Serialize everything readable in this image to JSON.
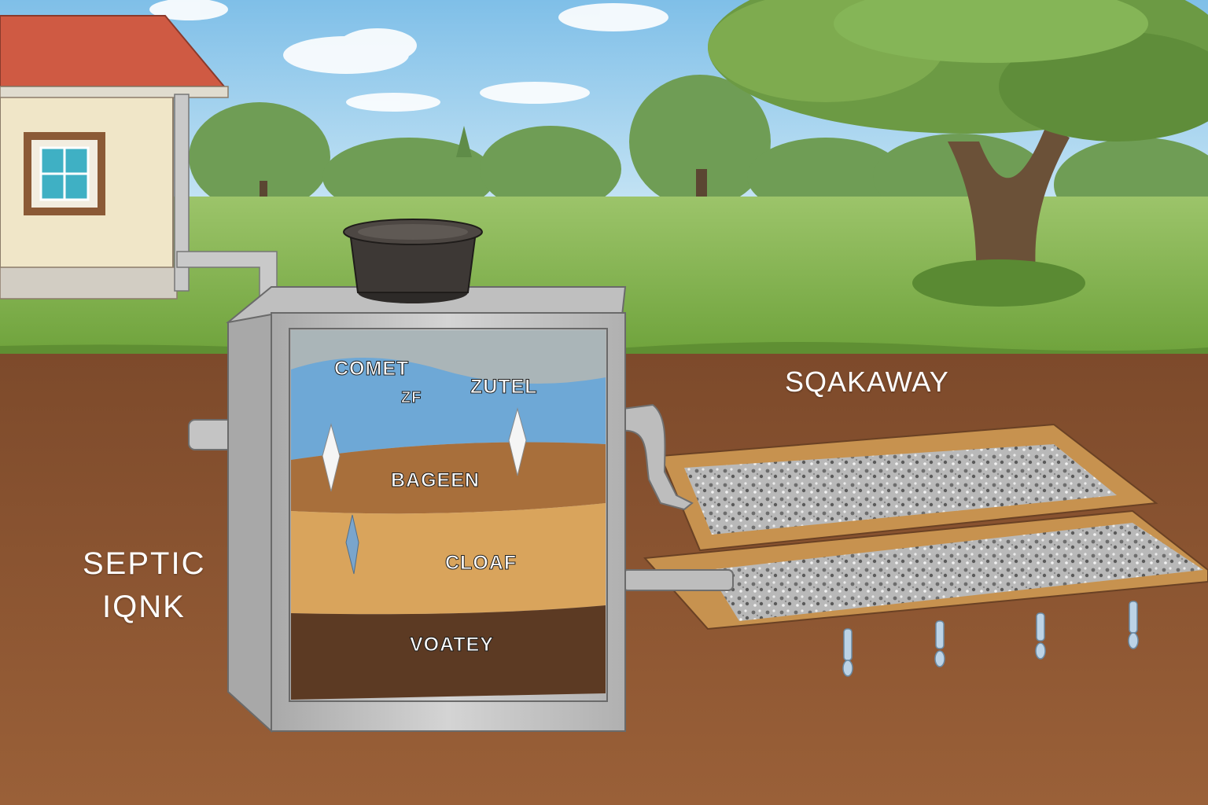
{
  "labels": {
    "septic_line1": "SEPTIC",
    "septic_line2": "IQNK",
    "soakaway": "SQAKAWAY",
    "layer_scum_1": "COMET",
    "layer_scum_2": "ZUTEL",
    "layer_scum_3": "ZF",
    "layer_liquid": "BAGEEN",
    "layer_clear": "CLOAF",
    "layer_sludge": "VOATEY"
  },
  "colors": {
    "sky": "#9fd1ee",
    "grass": "#7fb24c",
    "soil": "#8a5433",
    "tank_wall": "#c2c2c2",
    "scum_layer": "#6ea8d6",
    "liquid_layer": "#a86f3b",
    "clear_layer": "#d9a45c",
    "sludge_layer": "#5c3a23",
    "gravel": "#b5b5b5",
    "roof": "#cf5a43"
  },
  "icons": [
    "house",
    "tree",
    "septic-tank",
    "pipe",
    "gravel-trench",
    "drip"
  ]
}
